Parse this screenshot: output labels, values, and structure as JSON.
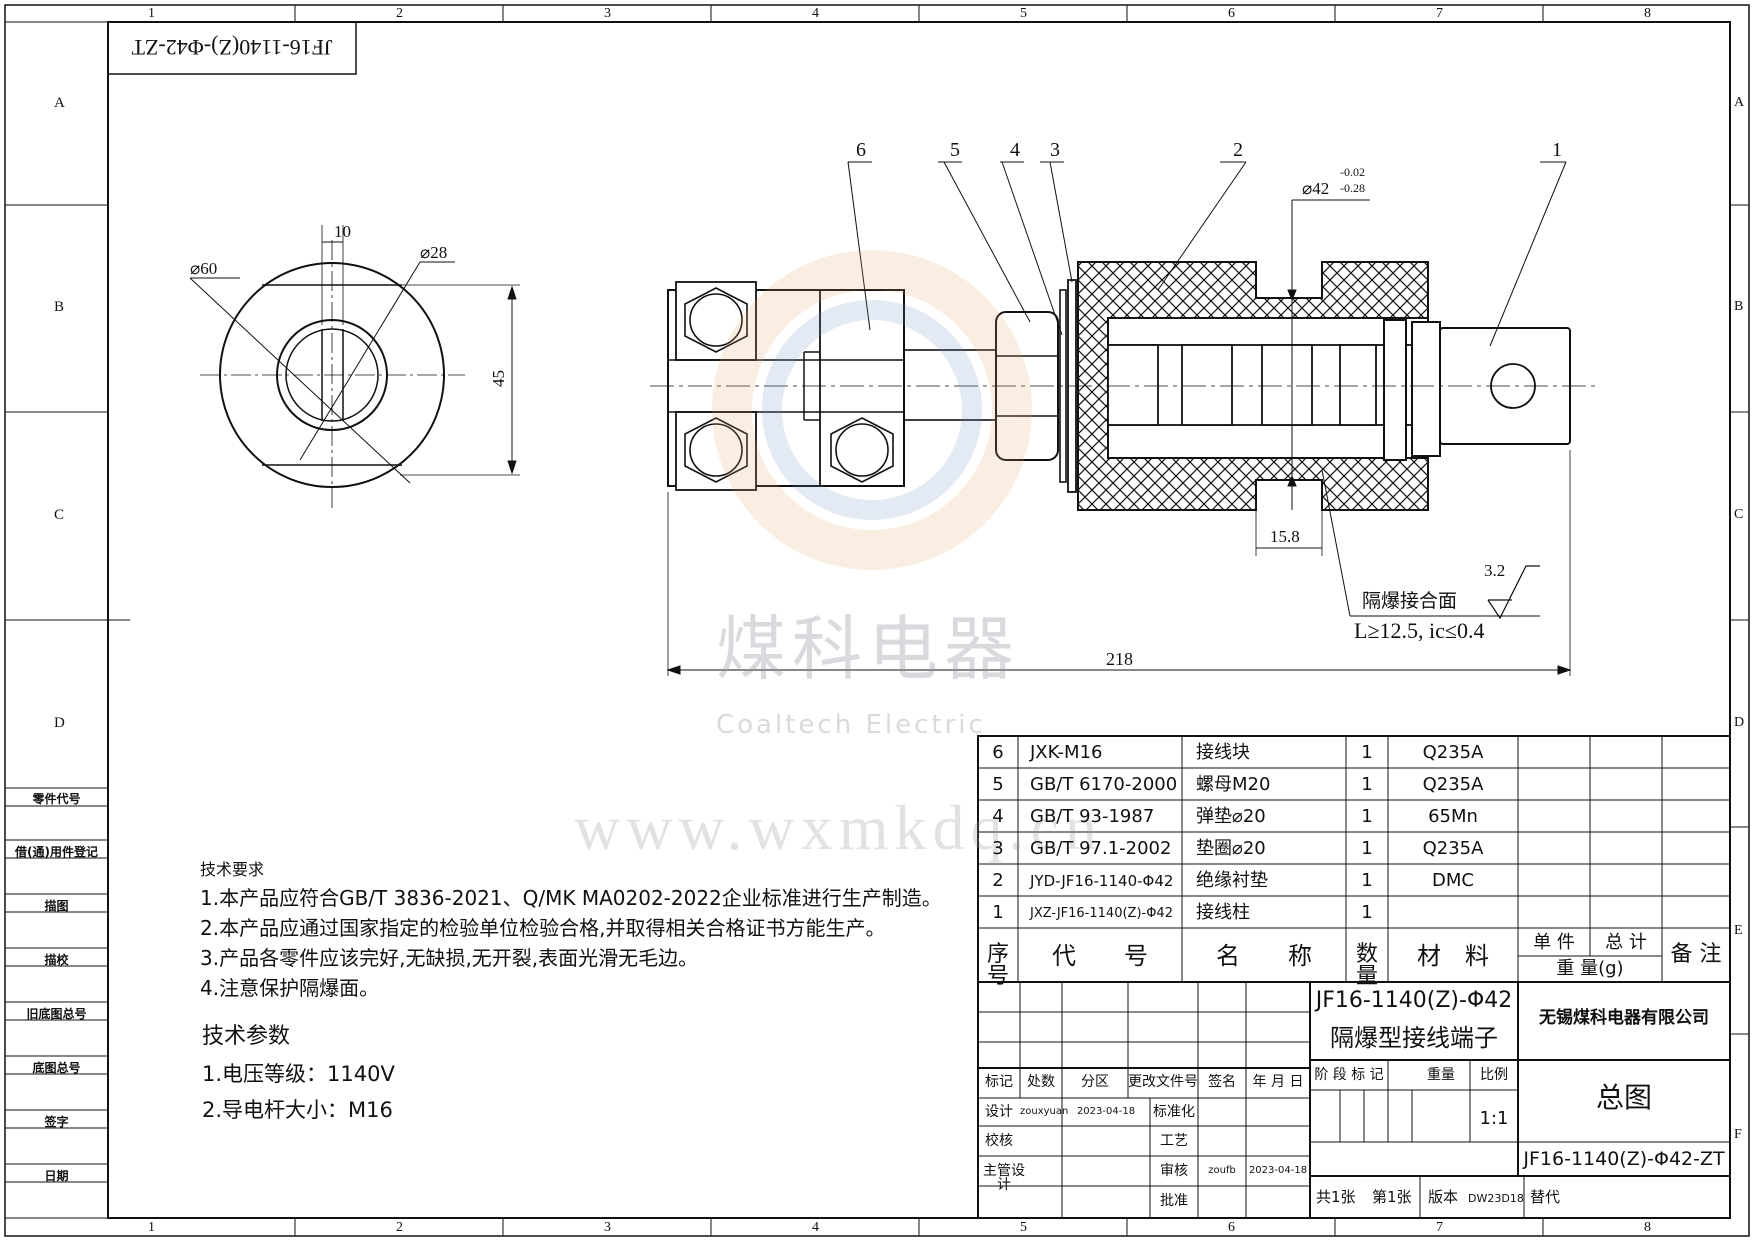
{
  "frame": {
    "col_labels": [
      "1",
      "2",
      "3",
      "4",
      "5",
      "6",
      "7",
      "8"
    ],
    "row_labels": [
      "A",
      "B",
      "C",
      "D",
      "E",
      "F"
    ]
  },
  "drawing_number_rotated": "JF16-1140(Z)-Φ42-ZT",
  "side_panel": {
    "labels": [
      "零件代号",
      "借(通)用件登记",
      "描图",
      "描校",
      "旧底图总号",
      "底图总号",
      "签字",
      "日期"
    ]
  },
  "watermark": {
    "cn": "煤科电器",
    "en": "Coaltech Electric",
    "url": "www.wxmkdq.cn"
  },
  "dimensions": {
    "front": {
      "dia60": "⌀60",
      "dia28": "⌀28",
      "width10": "10",
      "height45": "45"
    },
    "side": {
      "dia42": "⌀42",
      "dia42_tol_upper": "-0.02",
      "dia42_tol_lower": "-0.28",
      "len15_8": "15.8",
      "total218": "218",
      "roughness": "3.2",
      "joint_label": "隔爆接合面",
      "joint_spec": "L≥12.5, ic≤0.4"
    },
    "balloons": [
      "1",
      "2",
      "3",
      "4",
      "5",
      "6"
    ]
  },
  "tech_requirements": {
    "title": "技术要求",
    "items": [
      "1.本产品应符合GB/T 3836-2021、Q/MK MA0202-2022企业标准进行生产制造。",
      "2.本产品应通过国家指定的检验单位检验合格,并取得相关合格证书方能生产。",
      "3.产品各零件应该完好,无缺损,无开裂,表面光滑无毛边。",
      "4.注意保护隔爆面。"
    ]
  },
  "tech_params": {
    "title": "技术参数",
    "items": [
      "1.电压等级：1140V",
      "2.导电杆大小：M16"
    ]
  },
  "bom": {
    "rows": [
      {
        "no": "6",
        "code": "JXK-M16",
        "name": "接线块",
        "qty": "1",
        "material": "Q235A"
      },
      {
        "no": "5",
        "code": "GB/T 6170-2000",
        "name": "螺母M20",
        "qty": "1",
        "material": "Q235A"
      },
      {
        "no": "4",
        "code": "GB/T 93-1987",
        "name": "弹垫⌀20",
        "qty": "1",
        "material": "65Mn"
      },
      {
        "no": "3",
        "code": "GB/T 97.1-2002",
        "name": "垫圈⌀20",
        "qty": "1",
        "material": "Q235A"
      },
      {
        "no": "2",
        "code": "JYD-JF16-1140-Φ42",
        "name": "绝缘衬垫",
        "qty": "1",
        "material": "DMC"
      },
      {
        "no": "1",
        "code": "JXZ-JF16-1140(Z)-Φ42",
        "name": "接线柱",
        "qty": "1",
        "material": ""
      }
    ],
    "headers": {
      "no": "序号",
      "code": "代　　号",
      "name": "名　　称",
      "qty": "数量",
      "material": "材　料",
      "unit": "单 件",
      "total": "总 计",
      "weight": "重 量(g)",
      "remark": "备 注"
    }
  },
  "title_block": {
    "product_code": "JF16-1140(Z)-Φ42",
    "product_name": "隔爆型接线端子",
    "company": "无锡煤科电器有限公司",
    "drawing_title": "总图",
    "drawing_no": "JF16-1140(Z)-Φ42-ZT",
    "rev_headers": [
      "标记",
      "处数",
      "分区",
      "更改文件号",
      "签名",
      "年 月 日"
    ],
    "design_label": "设计",
    "designer": "zouxyuan",
    "design_date": "2023-04-18",
    "std_label": "标准化",
    "check_label": "校核",
    "process_label": "工艺",
    "chief_label": "主管设计",
    "review_label": "审核",
    "reviewer": "zoufb",
    "review_date": "2023-04-18",
    "approve_label": "批准",
    "stage_label": "阶 段 标 记",
    "weight_label": "重量",
    "scale_label": "比例",
    "scale": "1:1",
    "sheets_total": "共1张",
    "sheet_no": "第1张",
    "version_label": "版本",
    "version": "DW23D18",
    "replace_label": "替代"
  }
}
